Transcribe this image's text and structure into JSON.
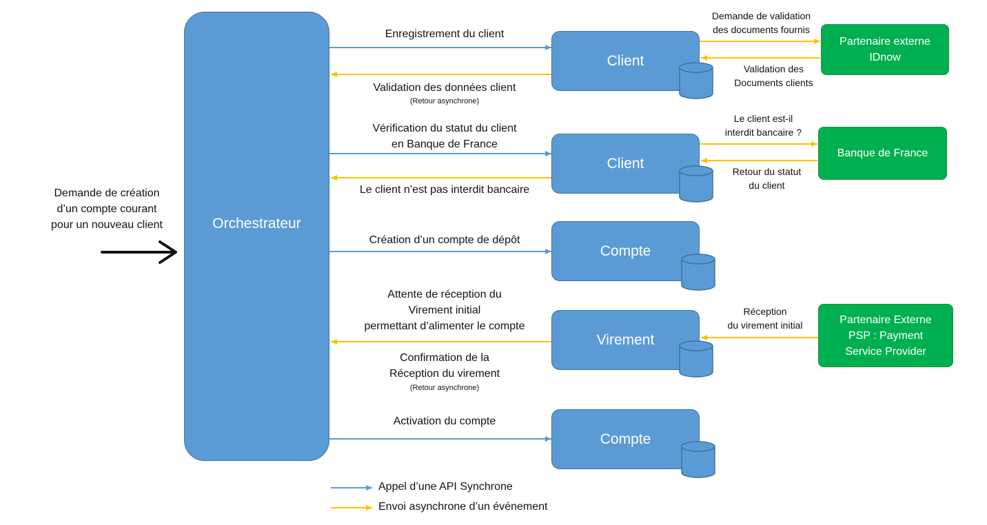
{
  "input_request": [
    "Demande de création",
    "d’un compte courant",
    "pour un nouveau client"
  ],
  "orchestrator": "Orchestrateur",
  "services": [
    "Client",
    "Client",
    "Compte",
    "Virement",
    "Compte"
  ],
  "partners": {
    "idnow": [
      "Partenaire externe",
      "IDnow"
    ],
    "bdf": "Banque de France",
    "psp": [
      "Partenaire Externe",
      "PSP : Payment",
      "Service Provider"
    ]
  },
  "flows": {
    "enregistrement": "Enregistrement du client",
    "validation": "Validation des données client",
    "validation_note": "(Retour asynchrone)",
    "verification": [
      "Vérification du statut du client",
      "en Banque de France"
    ],
    "non_interdit": "Le client n’est pas interdit bancaire",
    "creation": "Création d’un  compte de dépôt",
    "attente": [
      "Attente de réception du",
      "Virement initial",
      "permettant d’alimenter le compte"
    ],
    "confirmation": [
      "Confirmation de la",
      "Réception  du virement"
    ],
    "confirmation_note": "(Retour asynchrone)",
    "activation": "Activation du compte"
  },
  "partner_flows": {
    "demande_validation": [
      "Demande de validation",
      "des documents fournis"
    ],
    "validation_docs": [
      "Validation des",
      "Documents clients"
    ],
    "interdit_question": [
      "Le client est-il",
      "interdit bancaire ?"
    ],
    "retour_statut": [
      "Retour du statut",
      "du client"
    ],
    "reception_virement": [
      "Réception",
      "du virement initial"
    ]
  },
  "legend": {
    "sync": "Appel d’une API Synchrone",
    "async": "Envoi asynchrone d’un événement"
  },
  "colors": {
    "sync_arrow": "#5b9bd5",
    "async_arrow": "#ffc000",
    "service_fill": "#5b9bd5",
    "partner_fill": "#00b050"
  }
}
